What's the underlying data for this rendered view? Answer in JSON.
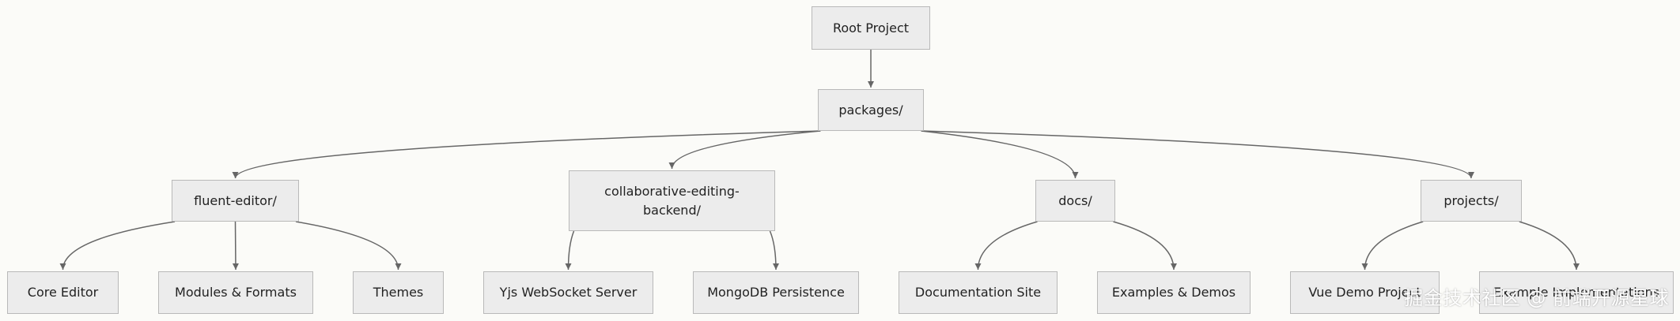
{
  "diagram": {
    "colors": {
      "background": "#fbfbf8",
      "node_fill": "#ececec",
      "node_border": "#b9b9b9",
      "edge": "#666666",
      "text": "#222222"
    },
    "nodes": {
      "root": "Root Project",
      "packages": "packages/",
      "fluent_editor": "fluent-editor/",
      "collab_backend": "collaborative-editing-backend/",
      "docs": "docs/",
      "projects": "projects/",
      "core_editor": "Core Editor",
      "modules_formats": "Modules & Formats",
      "themes": "Themes",
      "yjs_ws": "Yjs WebSocket Server",
      "mongodb": "MongoDB Persistence",
      "doc_site": "Documentation Site",
      "examples_demos": "Examples & Demos",
      "vue_demo": "Vue Demo Project",
      "example_impl": "Example Implementations"
    },
    "edges": [
      [
        "root",
        "packages"
      ],
      [
        "packages",
        "fluent_editor"
      ],
      [
        "packages",
        "collab_backend"
      ],
      [
        "packages",
        "docs"
      ],
      [
        "packages",
        "projects"
      ],
      [
        "fluent_editor",
        "core_editor"
      ],
      [
        "fluent_editor",
        "modules_formats"
      ],
      [
        "fluent_editor",
        "themes"
      ],
      [
        "collab_backend",
        "yjs_ws"
      ],
      [
        "collab_backend",
        "mongodb"
      ],
      [
        "docs",
        "doc_site"
      ],
      [
        "docs",
        "examples_demos"
      ],
      [
        "projects",
        "vue_demo"
      ],
      [
        "projects",
        "example_impl"
      ]
    ]
  },
  "watermark": "掘金技术社区 @ 前端开源星球"
}
